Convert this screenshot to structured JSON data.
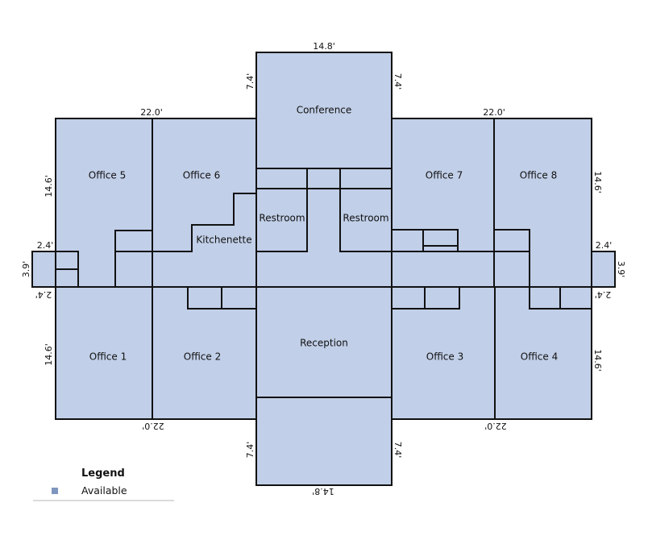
{
  "colors": {
    "room_fill": "#c1cfe8",
    "legend_swatch": "#7f97bf",
    "legend_rule": "#cfcfcf"
  },
  "rooms": {
    "conference": "Conference",
    "office5": "Office 5",
    "office6": "Office 6",
    "office7": "Office 7",
    "office8": "Office 8",
    "restroom_left": "Restroom",
    "restroom_right": "Restroom",
    "kitchenette": "Kitchenette",
    "office1": "Office 1",
    "office2": "Office 2",
    "reception": "Reception",
    "office3": "Office 3",
    "office4": "Office 4"
  },
  "dimensions": {
    "conference_width": "14.8'",
    "conference_left_height": "7.4'",
    "conference_right_height": "7.4'",
    "top_left_width": "22.0'",
    "top_right_width": "22.0'",
    "left_upper_height": "14.6'",
    "right_upper_height": "14.6'",
    "left_ext_width": "2.4'",
    "right_ext_width": "2.4'",
    "left_ext_height": "3.9'",
    "right_ext_height": "3.9'",
    "left_ext_width_lower": "2.4'",
    "right_ext_width_lower": "2.4'",
    "left_lower_height": "14.6'",
    "right_lower_height": "14.6'",
    "bottom_left_width": "22.0'",
    "bottom_right_width": "22.0'",
    "reception_left_height": "7.4'",
    "reception_right_height": "7.4'",
    "reception_width": "14.8'"
  },
  "legend": {
    "title": "Legend",
    "items": [
      {
        "label": "Available",
        "color": "#7f97bf"
      }
    ]
  }
}
